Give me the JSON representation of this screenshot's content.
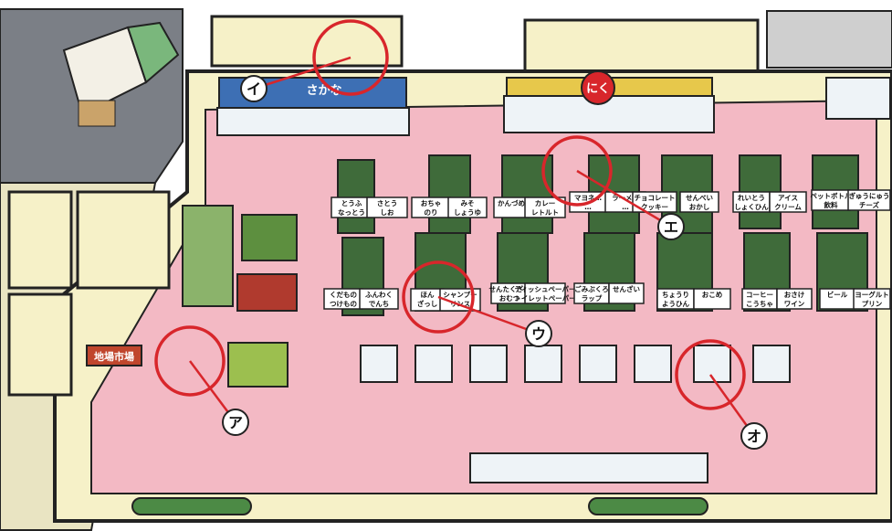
{
  "store_signs": {
    "fish": "さかな",
    "meat": "にく",
    "local_produce": "地場市場"
  },
  "aisle_signs": [
    {
      "id": "tofu",
      "lines": [
        "とうふ",
        "なっとう"
      ]
    },
    {
      "id": "sugar",
      "lines": [
        "さとう",
        "しお"
      ]
    },
    {
      "id": "tea",
      "lines": [
        "おちゃ",
        "のり"
      ]
    },
    {
      "id": "miso",
      "lines": [
        "みそ",
        "しょうゆ"
      ]
    },
    {
      "id": "canned",
      "lines": [
        "かんづめ"
      ]
    },
    {
      "id": "curry",
      "lines": [
        "カレー",
        "レトルト"
      ]
    },
    {
      "id": "mayo",
      "lines": [
        "マヨネ…",
        "…"
      ]
    },
    {
      "id": "ramen",
      "lines": [
        "ラーメン",
        "…"
      ]
    },
    {
      "id": "chocolate",
      "lines": [
        "チョコレート",
        "クッキー"
      ]
    },
    {
      "id": "senbei",
      "lines": [
        "せんべい",
        "おかし"
      ]
    },
    {
      "id": "reito",
      "lines": [
        "れいとう",
        "しょくひん"
      ]
    },
    {
      "id": "ice",
      "lines": [
        "アイス",
        "クリーム"
      ]
    },
    {
      "id": "pet",
      "lines": [
        "ペットボトル",
        "飲料"
      ]
    },
    {
      "id": "milk",
      "lines": [
        "ぎゅうにゅう",
        "チーズ"
      ]
    },
    {
      "id": "pickles",
      "lines": [
        "くだもの",
        "つけもの"
      ]
    },
    {
      "id": "bread",
      "lines": [
        "ふんわく",
        "でんち"
      ]
    },
    {
      "id": "books",
      "lines": [
        "ほん",
        "ざっし"
      ]
    },
    {
      "id": "shampoo",
      "lines": [
        "シャンプー",
        "リンス"
      ]
    },
    {
      "id": "diapers",
      "lines": [
        "せんたくざい",
        "おむつ"
      ]
    },
    {
      "id": "tissue",
      "lines": [
        "ティッシュペーパー",
        "トイレットペーパー"
      ]
    },
    {
      "id": "wrap",
      "lines": [
        "ごみぶくろ",
        "ラップ"
      ]
    },
    {
      "id": "detergent",
      "lines": [
        "せんざい"
      ]
    },
    {
      "id": "seasoning",
      "lines": [
        "ちょうり",
        "ようひん"
      ]
    },
    {
      "id": "rice",
      "lines": [
        "おこめ"
      ]
    },
    {
      "id": "coffee",
      "lines": [
        "コーヒー",
        "こうちゃ"
      ]
    },
    {
      "id": "sake",
      "lines": [
        "おさけ",
        "ワイン"
      ]
    },
    {
      "id": "beer",
      "lines": [
        "ビール"
      ]
    },
    {
      "id": "yogurt",
      "lines": [
        "ヨーグルト",
        "プリン"
      ]
    }
  ],
  "callouts": [
    {
      "id": "a",
      "label": "ア"
    },
    {
      "id": "i",
      "label": "イ"
    },
    {
      "id": "u",
      "label": "ウ"
    },
    {
      "id": "e",
      "label": "エ"
    },
    {
      "id": "o",
      "label": "オ"
    }
  ],
  "colors": {
    "floor": "#f3b9c4",
    "wall": "#f6f1c8",
    "outline": "#222222",
    "callout": "#d8262b",
    "road": "#7b7f86",
    "shelf": "#3f6b3a",
    "sign_bg": "#ffffff"
  }
}
